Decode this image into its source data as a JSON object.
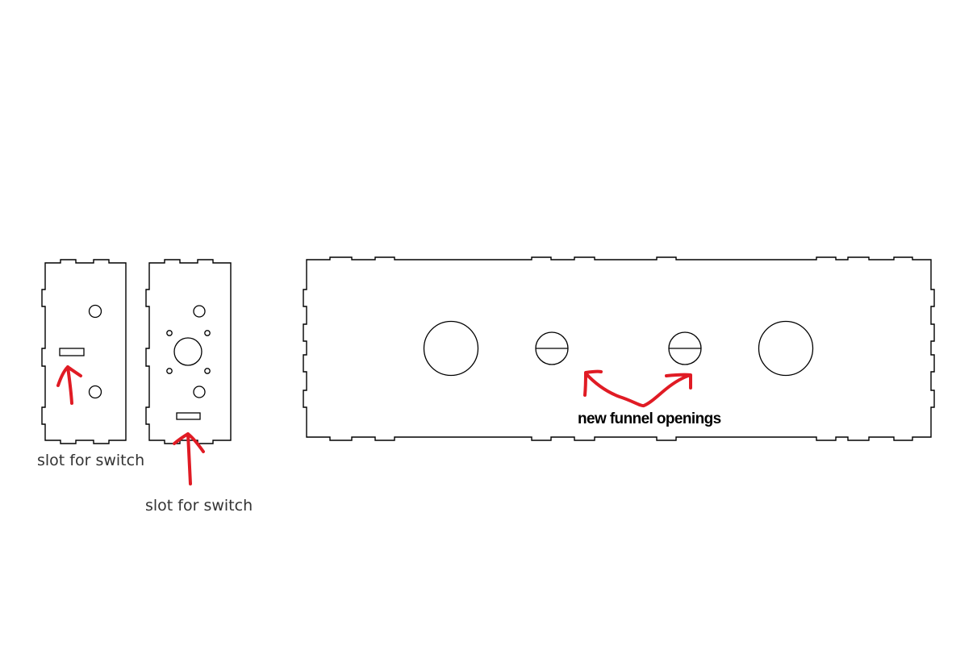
{
  "colors": {
    "background": "#ffffff",
    "outline": "#000000",
    "annotation": "#e01b24",
    "label_text": "#333333",
    "callout_text": "#000000"
  },
  "labels": {
    "left_panel_switch": "slot for switch",
    "middle_panel_switch": "slot for switch",
    "funnel_openings": "new funnel openings"
  }
}
